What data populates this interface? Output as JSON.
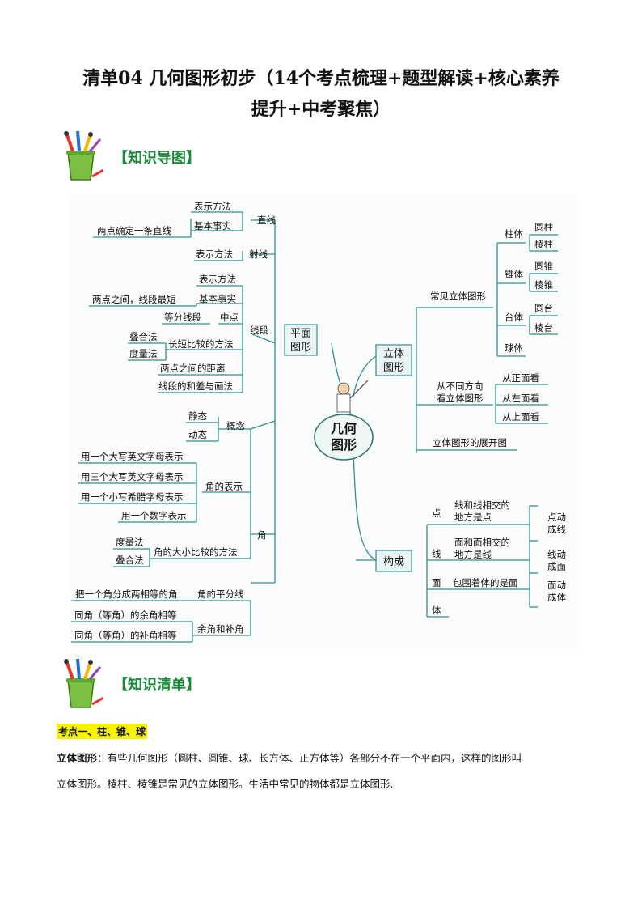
{
  "title": {
    "line1": "清单04 几何图形初步（14个考点梳理+题型解读+核心素养",
    "line2": "提升+中考聚焦）"
  },
  "sections": {
    "mindmap_heading": "【知识导图】",
    "list_heading": "【知识清单】"
  },
  "mindmap": {
    "center": [
      "几何",
      "图形"
    ],
    "plane": {
      "label": [
        "平面",
        "图形"
      ],
      "line": {
        "label": "直线",
        "items": [
          "表示方法",
          "基本事实"
        ],
        "fact": "两点确定一条直线"
      },
      "ray": {
        "label": "射线",
        "items": [
          "表示方法"
        ]
      },
      "segment": {
        "label": "线段",
        "items": [
          "表示方法",
          "基本事实",
          "中点",
          "长短比较的方法",
          "两点之间的距离",
          "线段的和差与画法"
        ],
        "fact": "两点之间，线段最短",
        "midpoint_note": "等分线段",
        "compare_methods": [
          "叠合法",
          "度量法"
        ]
      },
      "angle": {
        "label": "角",
        "concept": {
          "label": "概念",
          "items": [
            "静态",
            "动态"
          ]
        },
        "notation": {
          "label": "角的表示",
          "items": [
            "用一个大写英文字母表示",
            "用三个大写英文字母表示",
            "用一个小写希腊字母表示",
            "用一个数字表示"
          ]
        },
        "compare": {
          "label": "角的大小比较的方法",
          "items": [
            "度量法",
            "叠合法"
          ]
        },
        "bisector": {
          "label": "角的平分线",
          "desc": "把一个角分成两相等的角"
        },
        "complement": {
          "label": "余角和补角",
          "items": [
            "同角（等角）的余角相等",
            "同角（等角）的补角相等"
          ]
        }
      }
    },
    "solid": {
      "label": [
        "立体",
        "图形"
      ],
      "common": {
        "label": "常见立体图形",
        "groups": [
          {
            "label": "柱体",
            "items": [
              "圆柱",
              "棱柱"
            ]
          },
          {
            "label": "锥体",
            "items": [
              "圆锥",
              "棱锥"
            ]
          },
          {
            "label": "台体",
            "items": [
              "圆台",
              "棱台"
            ]
          },
          {
            "label": "球体",
            "items": []
          }
        ]
      },
      "views": {
        "label": [
          "从不同方向",
          "看立体图形"
        ],
        "items": [
          "从正面看",
          "从左面看",
          "从上面看"
        ]
      },
      "net": "立体图形的展开图"
    },
    "composition": {
      "label": "构成",
      "elements": [
        {
          "label": "点",
          "desc": [
            "线和线相交的",
            "地方是点"
          ]
        },
        {
          "label": "线",
          "desc": [
            "面和面相交的",
            "地方是线"
          ]
        },
        {
          "label": "面",
          "desc": [
            "包围着体的是面"
          ]
        },
        {
          "label": "体",
          "desc": []
        }
      ],
      "motion": [
        [
          "点动",
          "成线"
        ],
        [
          "线动",
          "成面"
        ],
        [
          "面动",
          "成体"
        ]
      ]
    }
  },
  "kaodian": {
    "label": "考点一、柱、锥、球",
    "term": "立体图形",
    "text1": "：有些几何图形（圆柱、圆锥、球、长方体、正方体等）各部分不在一个平面内，这样的图形叫",
    "text2": "立体图形。棱柱、棱锥是常见的立体图形。生活中常见的物体都是立体图形."
  },
  "colors": {
    "heading_green": "#1a8a3a",
    "mindmap_branch": "#2f8f8f",
    "highlight": "#f6f200"
  }
}
